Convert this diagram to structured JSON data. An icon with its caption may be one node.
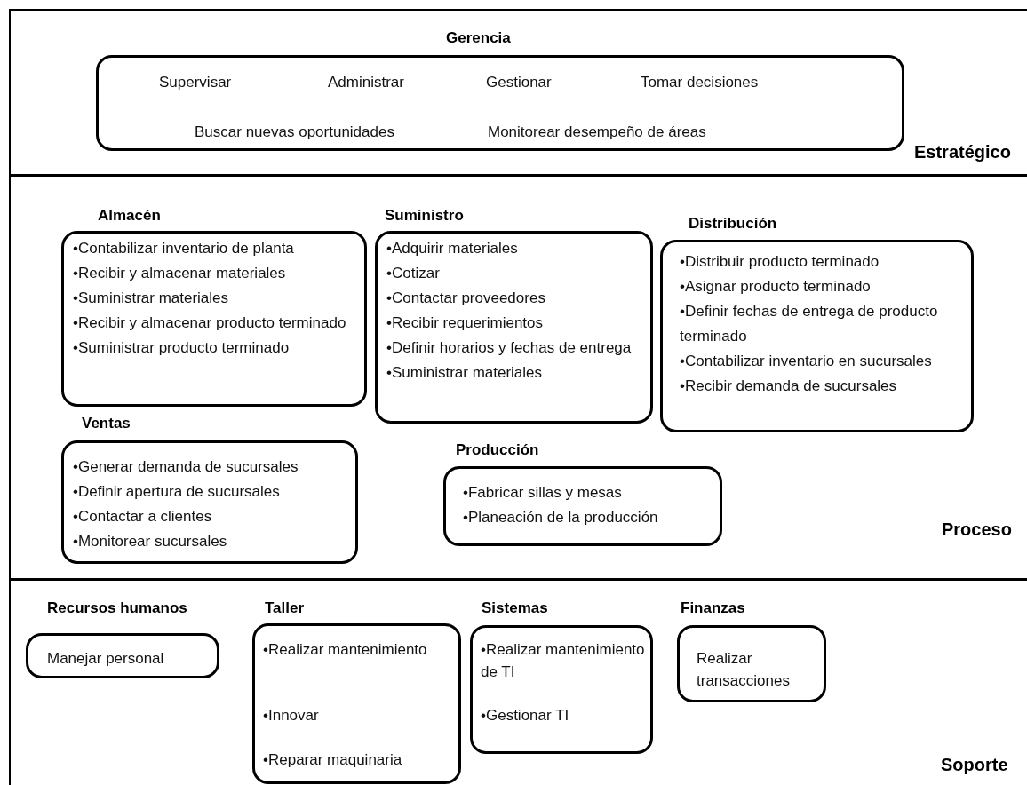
{
  "diagram": {
    "nodes": [
      {
        "text": [
          "Estratégico"
        ]
      },
      {
        "text": [
          "Gerencia",
          "Supervisar",
          "Administrar",
          "Gestionar",
          "Tomar decisiones",
          "Buscar nuevas oportunidades",
          "Monitorear desempeño de áreas"
        ],
        "in": 0
      },
      {
        "text": [
          "Proceso"
        ]
      },
      {
        "text": [
          "Almacén",
          "•Contabilizar inventario de planta",
          "•Recibir y almacenar materiales",
          "•Suministrar materiales",
          "•Recibir y almacenar producto terminado",
          "•Suministrar producto terminado"
        ],
        "in": 2
      },
      {
        "text": [
          "Suministro",
          "•Adquirir materiales",
          "•Cotizar",
          "•Contactar proveedores",
          "•Recibir requerimientos",
          "•Definir horarios y fechas de entrega",
          "•Suministrar materiales"
        ],
        "in": 2
      },
      {
        "text": [
          "Distribución",
          "•Distribuir producto terminado",
          "•Asignar producto terminado",
          "•Definir fechas de entrega de producto terminado",
          "•Contabilizar inventario en sucursales",
          "•Recibir demanda de sucursales"
        ],
        "in": 2
      },
      {
        "text": [
          "Ventas",
          "•Generar demanda de sucursales",
          "•Definir apertura de sucursales",
          "•Contactar a clientes",
          "•Monitorear sucursales"
        ],
        "in": 2
      },
      {
        "text": [
          "Producción",
          "•Fabricar sillas y mesas",
          "•Planeación de la producción"
        ],
        "in": 2
      },
      {
        "text": [
          "Soporte"
        ]
      },
      {
        "text": [
          "Recursos humanos",
          "Manejar personal"
        ],
        "in": 8
      },
      {
        "text": [
          "Taller",
          "•Realizar mantenimiento",
          "•Innovar",
          "•Reparar maquinaria"
        ],
        "in": 8
      },
      {
        "text": [
          "Sistemas",
          "•Realizar mantenimiento de TI",
          "•Gestionar TI"
        ],
        "in": 8
      },
      {
        "text": [
          "Finanzas",
          "Realizar transacciones"
        ],
        "in": 8
      }
    ]
  }
}
